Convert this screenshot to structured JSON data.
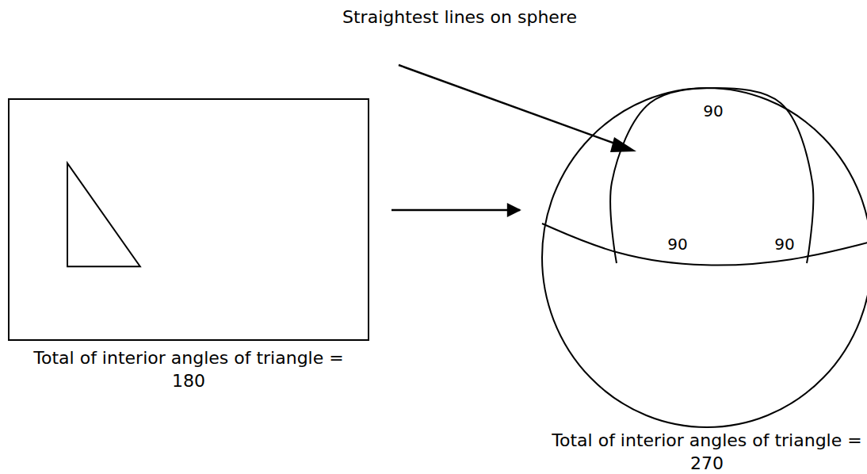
{
  "diagram": {
    "nodes": [
      {
        "text": [
          "Total of interior angles of triangle = 180"
        ]
      },
      {
        "text": [
          "Total of interior angles of triangle = 270"
        ]
      }
    ],
    "edges": [
      {
        "from": 0,
        "to": 1,
        "arrow": "to"
      }
    ],
    "labels": [
      "Straightest lines on sphere",
      "90",
      "90",
      "90"
    ]
  }
}
